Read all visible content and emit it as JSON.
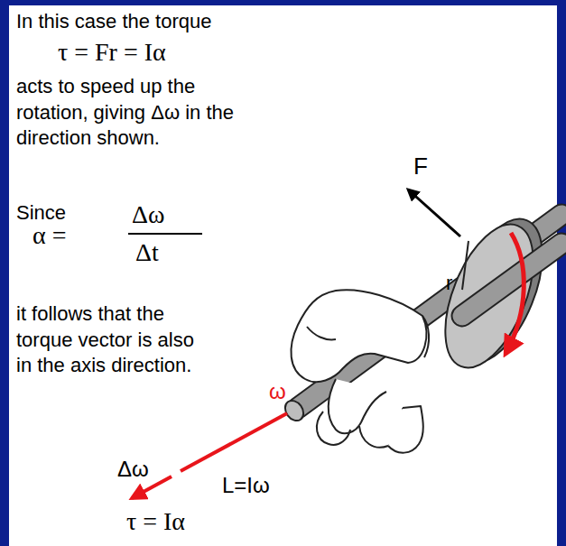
{
  "diagram": {
    "labels": [
      "In this case the torque",
      "τ = Fr = Iα",
      "acts to speed up the rotation, giving Δω in the direction shown.",
      "Since",
      "α =",
      "Δω",
      "Δt",
      "it follows that the torque vector is also in the axis direction.",
      "F",
      "r",
      "ω",
      "Δω",
      "L=Iω",
      "τ = Iα"
    ]
  }
}
